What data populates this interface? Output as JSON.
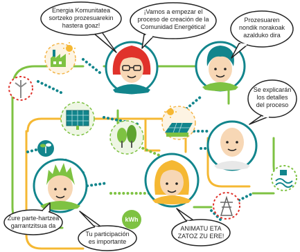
{
  "colors": {
    "green": "#7ec242",
    "orange": "#f5b833",
    "teal": "#12858c",
    "red": "#e0322b",
    "bubble_border": "#222222",
    "avatar_bg": "#ffffff",
    "skin": "#f7d7b5",
    "dashed_ring": "#f3b54a"
  },
  "bubbles": [
    {
      "name": "bubble-energia-komunitatea",
      "lines": [
        "Energia Komunitatea",
        "sortzeko prozesuarekin",
        "hastera goaz!"
      ]
    },
    {
      "name": "bubble-vamos-a-empezar",
      "lines": [
        "¡Vamos a empezar el",
        "proceso de creación de la",
        "Comunidad Energética!"
      ]
    },
    {
      "name": "bubble-prozesuaren-nondik",
      "lines": [
        "Prozesuaren",
        "nondik norakoak",
        "azalduko dira"
      ]
    },
    {
      "name": "bubble-se-explicaran",
      "lines": [
        "Se explicarán",
        "los detalles",
        "del proceso"
      ]
    },
    {
      "name": "bubble-zure-parte-hartzea",
      "lines": [
        "Zure parte-hartzea",
        "garrantzitsua da"
      ]
    },
    {
      "name": "bubble-tu-participacion",
      "lines": [
        "Tu participación",
        "es importante"
      ]
    },
    {
      "name": "bubble-animatu-eta",
      "lines": [
        "ANIMATU ETA",
        "ZATOZ ZU ERE!"
      ]
    }
  ],
  "kwh_badge": {
    "label": "kWh"
  },
  "icons": [
    "factory-sun-icon",
    "wind-turbine-icon",
    "solar-panel-icon",
    "trees-icon",
    "solar-roof-icon",
    "sprout-icon",
    "power-tower-icon",
    "hydro-dam-icon"
  ],
  "avatars": [
    "avatar-woman-glasses",
    "avatar-man-teal-hair",
    "avatar-bald-man",
    "avatar-boy-green-hair",
    "avatar-girl-orange-hair"
  ]
}
